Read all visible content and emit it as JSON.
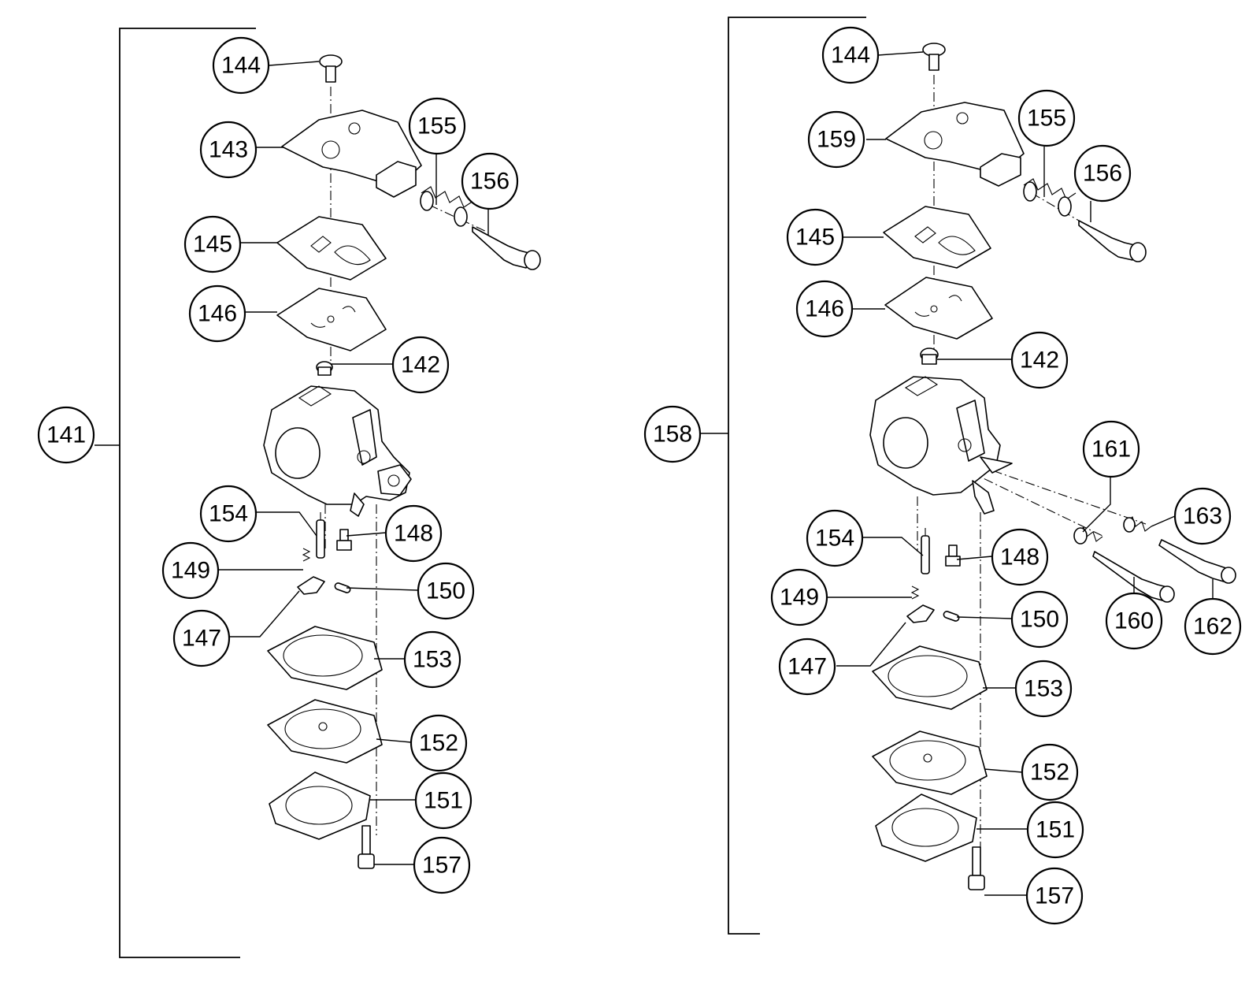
{
  "assemblies": [
    {
      "id": "A",
      "assembly_label": "141",
      "callouts": [
        "144",
        "143",
        "155",
        "156",
        "145",
        "146",
        "142",
        "154",
        "148",
        "149",
        "150",
        "147",
        "153",
        "152",
        "151",
        "157"
      ]
    },
    {
      "id": "B",
      "assembly_label": "158",
      "callouts": [
        "144",
        "159",
        "155",
        "156",
        "145",
        "146",
        "142",
        "161",
        "163",
        "154",
        "148",
        "149",
        "150",
        "160",
        "162",
        "147",
        "153",
        "152",
        "151",
        "157"
      ]
    }
  ]
}
